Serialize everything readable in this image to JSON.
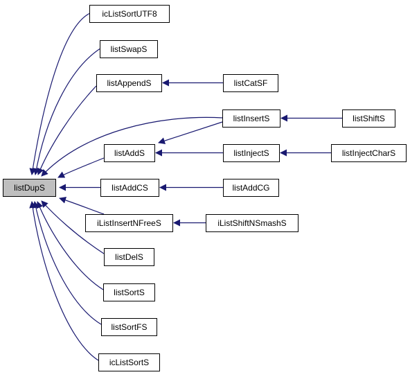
{
  "colors": {
    "edge": "#191970",
    "node_border": "#000000",
    "node_fill": "#ffffff",
    "root_fill": "#bfbfbf"
  },
  "nodes": [
    {
      "id": "listDupS",
      "label": "listDupS",
      "root": true
    },
    {
      "id": "icListSortUTF8",
      "label": "icListSortUTF8"
    },
    {
      "id": "listSwapS",
      "label": "listSwapS"
    },
    {
      "id": "listAppendS",
      "label": "listAppendS"
    },
    {
      "id": "listCatSF",
      "label": "listCatSF"
    },
    {
      "id": "listInsertS",
      "label": "listInsertS"
    },
    {
      "id": "listShiftS",
      "label": "listShiftS"
    },
    {
      "id": "listAddS",
      "label": "listAddS"
    },
    {
      "id": "listInjectS",
      "label": "listInjectS"
    },
    {
      "id": "listInjectCharS",
      "label": "listInjectCharS"
    },
    {
      "id": "listAddCS",
      "label": "listAddCS"
    },
    {
      "id": "listAddCG",
      "label": "listAddCG"
    },
    {
      "id": "iListInsertNFreeS",
      "label": "iListInsertNFreeS"
    },
    {
      "id": "iListShiftNSmashS",
      "label": "iListShiftNSmashS"
    },
    {
      "id": "listDelS",
      "label": "listDelS"
    },
    {
      "id": "listSortS",
      "label": "listSortS"
    },
    {
      "id": "listSortFS",
      "label": "listSortFS"
    },
    {
      "id": "icListSortS",
      "label": "icListSortS"
    }
  ],
  "edges": [
    {
      "from": "icListSortUTF8",
      "to": "listDupS"
    },
    {
      "from": "listSwapS",
      "to": "listDupS"
    },
    {
      "from": "listAppendS",
      "to": "listDupS"
    },
    {
      "from": "listInsertS",
      "to": "listDupS"
    },
    {
      "from": "listAddS",
      "to": "listDupS"
    },
    {
      "from": "listAddCS",
      "to": "listDupS"
    },
    {
      "from": "iListInsertNFreeS",
      "to": "listDupS"
    },
    {
      "from": "listDelS",
      "to": "listDupS"
    },
    {
      "from": "listSortS",
      "to": "listDupS"
    },
    {
      "from": "listSortFS",
      "to": "listDupS"
    },
    {
      "from": "icListSortS",
      "to": "listDupS"
    },
    {
      "from": "listCatSF",
      "to": "listAppendS"
    },
    {
      "from": "listShiftS",
      "to": "listInsertS"
    },
    {
      "from": "listInsertS",
      "to": "listAddS"
    },
    {
      "from": "listInjectS",
      "to": "listAddS"
    },
    {
      "from": "listInjectCharS",
      "to": "listInjectS"
    },
    {
      "from": "listAddCG",
      "to": "listAddCS"
    },
    {
      "from": "iListShiftNSmashS",
      "to": "iListInsertNFreeS"
    }
  ]
}
